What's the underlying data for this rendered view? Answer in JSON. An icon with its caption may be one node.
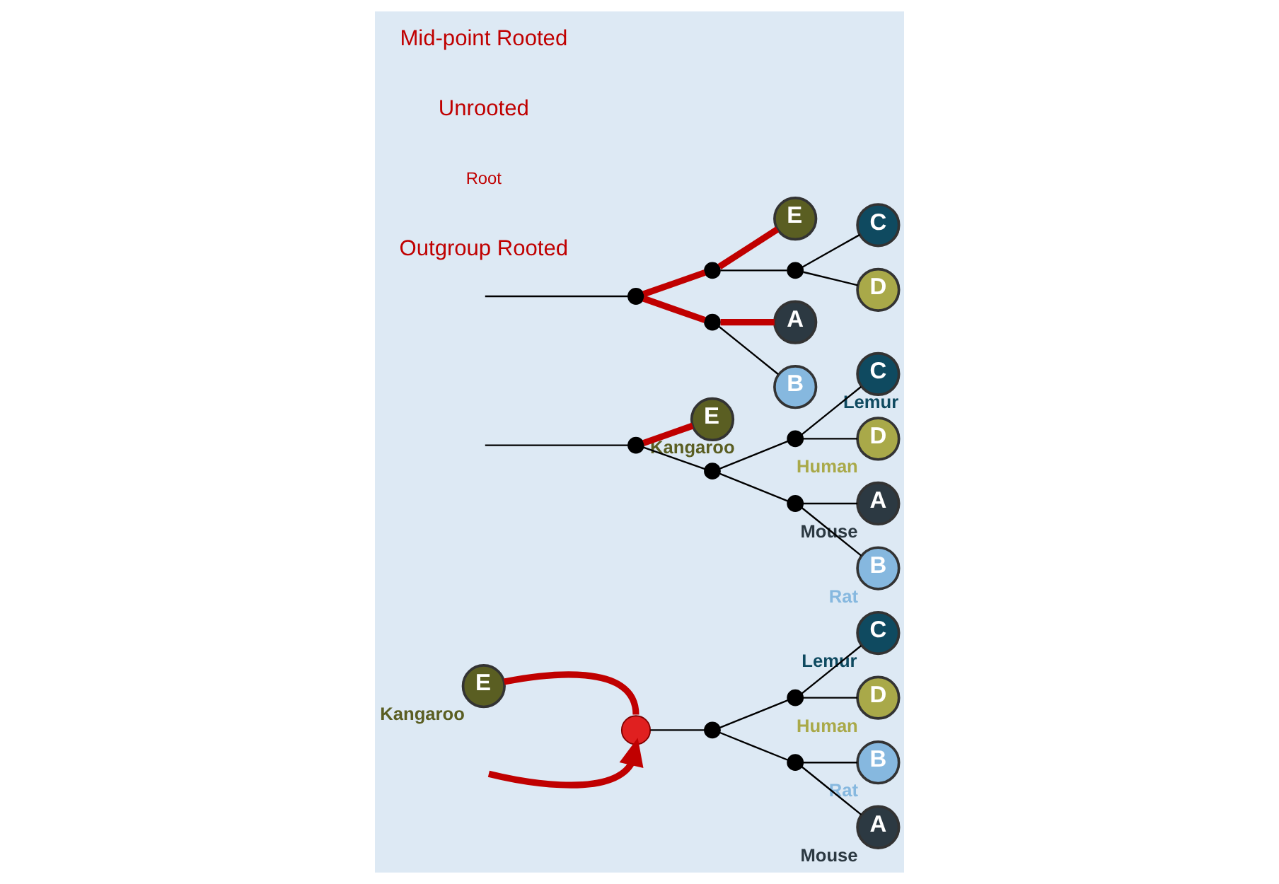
{
  "diagram": {
    "nodes": [
      {
        "text": [
          "E"
        ],
        "beside": [
          "Kangaroo"
        ]
      },
      {
        "text": [
          "C"
        ],
        "beside": [
          "Lemur"
        ]
      },
      {
        "text": [
          "D"
        ],
        "beside": [
          "Human"
        ]
      },
      {
        "text": [],
        "shape": "circle"
      },
      {
        "text": [],
        "shape": "circle"
      },
      {
        "text": [],
        "shape": "circle"
      },
      {
        "text": [],
        "shape": "circle"
      },
      {
        "text": [
          "B"
        ],
        "beside": [
          "Rat"
        ]
      },
      {
        "text": [
          "A"
        ],
        "beside": [
          "Mouse"
        ]
      },
      {
        "text": [],
        "shape": "circle"
      },
      {
        "text": [
          "E"
        ],
        "beside": [
          "Kangaroo"
        ]
      },
      {
        "text": [],
        "shape": "circle"
      },
      {
        "text": [],
        "shape": "circle"
      },
      {
        "text": [
          "C"
        ],
        "beside": [
          "Lemur"
        ]
      },
      {
        "text": [
          "D"
        ],
        "beside": [
          "Human"
        ]
      },
      {
        "text": [],
        "shape": "circle"
      },
      {
        "text": [
          "A"
        ],
        "beside": [
          "Mouse"
        ]
      },
      {
        "text": [
          "B"
        ],
        "beside": [
          "Rat"
        ]
      },
      {
        "text": [],
        "shape": "circle"
      },
      {
        "text": [],
        "shape": "circle"
      },
      {
        "text": [
          "E"
        ]
      },
      {
        "text": [],
        "shape": "circle"
      },
      {
        "text": [
          "C"
        ]
      },
      {
        "text": [
          "D"
        ]
      },
      {
        "text": [],
        "shape": "circle"
      },
      {
        "text": [
          "A"
        ]
      },
      {
        "text": [
          "B"
        ]
      }
    ],
    "edges": [
      {
        "from": 0,
        "to": 3,
        "arrow": "none",
        "style": "thick",
        "color": "#c00000"
      },
      {
        "from": null,
        "to": 3,
        "arrow": "to",
        "style": "thick",
        "color": "#c00000"
      },
      {
        "from": 3,
        "to": 4,
        "arrow": "none"
      },
      {
        "from": 4,
        "to": 5,
        "arrow": "none"
      },
      {
        "from": 5,
        "to": 1,
        "arrow": "none"
      },
      {
        "from": 5,
        "to": 2,
        "arrow": "none"
      },
      {
        "from": 4,
        "to": 6,
        "arrow": "none"
      },
      {
        "from": 6,
        "to": 7,
        "arrow": "none"
      },
      {
        "from": 6,
        "to": 8,
        "arrow": "none"
      },
      {
        "from": null,
        "to": 9,
        "arrow": "none"
      },
      {
        "from": 9,
        "to": 10,
        "arrow": "none",
        "style": "thick",
        "color": "#c00000"
      },
      {
        "from": 9,
        "to": 11,
        "arrow": "none"
      },
      {
        "from": 11,
        "to": 12,
        "arrow": "none"
      },
      {
        "from": 12,
        "to": 13,
        "arrow": "none"
      },
      {
        "from": 12,
        "to": 14,
        "arrow": "none"
      },
      {
        "from": 11,
        "to": 15,
        "arrow": "none"
      },
      {
        "from": 15,
        "to": 16,
        "arrow": "none"
      },
      {
        "from": 15,
        "to": 17,
        "arrow": "none"
      },
      {
        "from": null,
        "to": 18,
        "arrow": "none"
      },
      {
        "from": 18,
        "to": 19,
        "arrow": "none",
        "style": "thick",
        "color": "#c00000"
      },
      {
        "from": 19,
        "to": 20,
        "arrow": "none",
        "style": "thick",
        "color": "#c00000"
      },
      {
        "from": 19,
        "to": 21,
        "arrow": "none"
      },
      {
        "from": 21,
        "to": 22,
        "arrow": "none"
      },
      {
        "from": 21,
        "to": 23,
        "arrow": "none"
      },
      {
        "from": 18,
        "to": 24,
        "arrow": "none",
        "style": "thick",
        "color": "#c00000"
      },
      {
        "from": 24,
        "to": 25,
        "arrow": "none",
        "style": "thick",
        "color": "#c00000"
      },
      {
        "from": 24,
        "to": 26,
        "arrow": "none"
      }
    ],
    "labels": [
      "Outgroup Rooted",
      "Root",
      "Unrooted",
      "Mid-point Rooted"
    ]
  }
}
